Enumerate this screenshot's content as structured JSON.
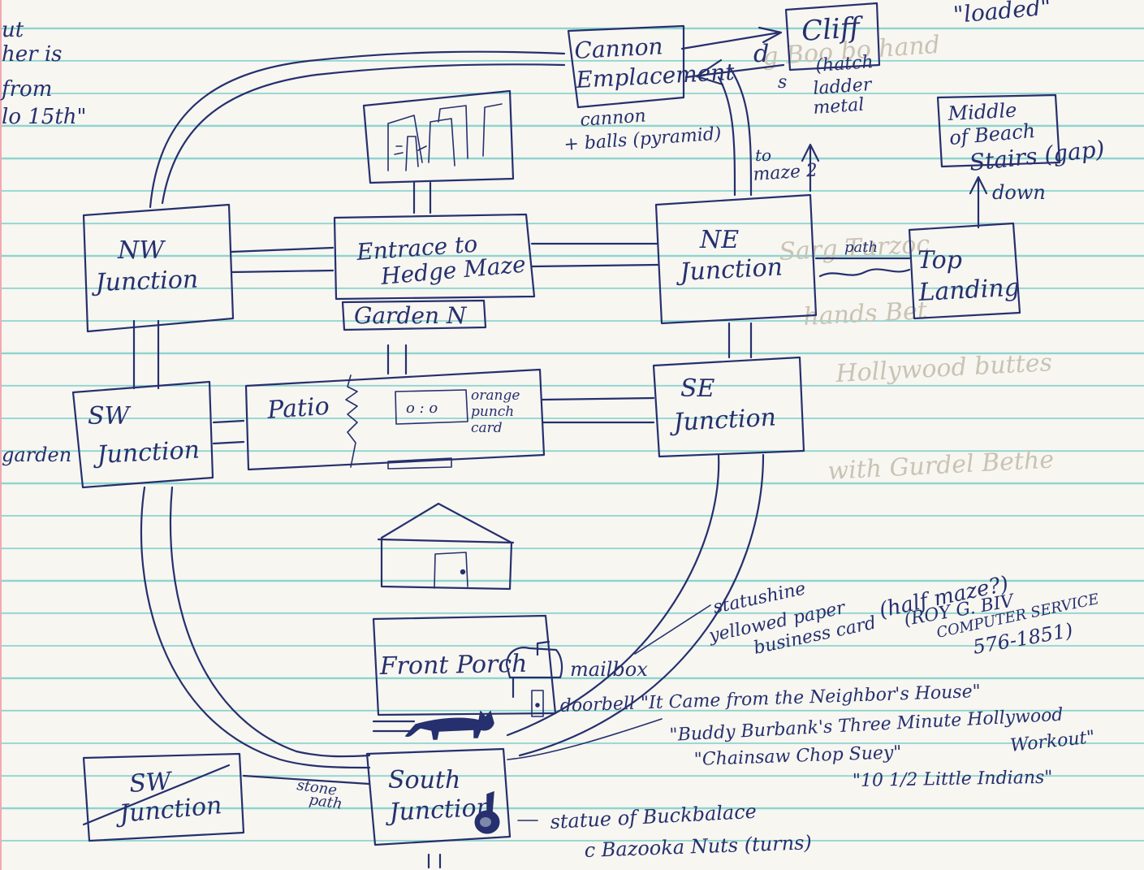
{
  "rooms": {
    "cannon": [
      "Cannon",
      "Emplacement"
    ],
    "cliff": "Cliff",
    "middle_beach": [
      "Middle",
      "of Beach",
      "Stairs (gap)"
    ],
    "nw_junction": [
      "NW",
      "Junction"
    ],
    "entrance_maze": [
      "Entrace to",
      "Hedge Maze"
    ],
    "garden_n": "Garden N",
    "ne_junction": [
      "NE",
      "Junction"
    ],
    "top_landing": [
      "Top",
      "Landing"
    ],
    "sw_junction": [
      "SW",
      "Junction"
    ],
    "patio": "Patio",
    "se_junction": [
      "SE",
      "Junction"
    ],
    "front_porch": "Front Porch",
    "south_junction": [
      "South",
      "Junction"
    ],
    "sw_junction_crossed": [
      "SW",
      "Junction"
    ]
  },
  "labels": {
    "top_left_note": [
      "ut",
      "her is",
      "from",
      "lo 15th\""
    ],
    "loaded": "\"loaded\"",
    "d": "d",
    "s": "s",
    "hatch": [
      "(hatch",
      "ladder",
      "metal"
    ],
    "cannon_note": [
      "cannon",
      "+ balls (pyramid)"
    ],
    "to_maze": [
      "to",
      "maze 2"
    ],
    "down": "down",
    "path": "path",
    "garden_left": "garden",
    "orange_card": [
      "orange",
      "punch",
      "card"
    ],
    "statue_note": [
      "statushine",
      "yellowed paper",
      "business card"
    ],
    "half_maze": "(half maze?)",
    "roy": [
      "(ROY G. BIV",
      "COMPUTER SERVICE",
      "576-1851)"
    ],
    "mailbox": "mailbox",
    "doorbell": "doorbell \"It Came from the Neighbor's House\"",
    "buddy": "\"Buddy Burbank's Three Minute Hollywood",
    "workout": "Workout\"",
    "chainsaw": "\"Chainsaw Chop Suey\"",
    "little_indians": "\"10 1/2 Little Indians\"",
    "stone_path": [
      "stone",
      "path"
    ],
    "statue": "statue of Buckbalace",
    "bazooka": "c Bazooka Nuts (turns)"
  }
}
